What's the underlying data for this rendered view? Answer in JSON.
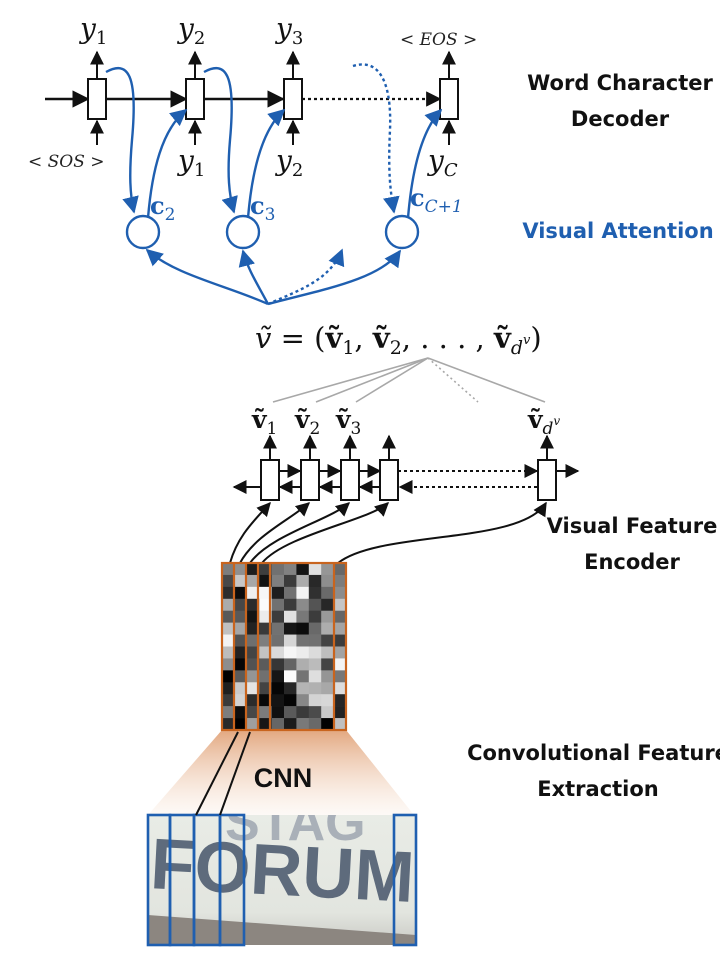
{
  "decoder": {
    "label_line1": "Word Character",
    "label_line2": "Decoder",
    "outputs": [
      {
        "base": "y",
        "sub": "1"
      },
      {
        "base": "y",
        "sub": "2"
      },
      {
        "base": "y",
        "sub": "3"
      }
    ],
    "eos_token": "< EOS >",
    "sos_token": "< SOS >",
    "inputs": [
      {
        "base": "y",
        "sub": "1"
      },
      {
        "base": "y",
        "sub": "2"
      },
      {
        "base": "y",
        "sub": "C"
      }
    ]
  },
  "attention": {
    "label": "Visual Attention",
    "contexts": [
      {
        "base": "c",
        "sub": "2"
      },
      {
        "base": "c",
        "sub": "3"
      },
      {
        "base": "c",
        "sub": "C+1"
      }
    ],
    "color": "#1f5fb0"
  },
  "equation": {
    "lhs": "ṽ",
    "eq": " = (",
    "v1": "ṽ",
    "v1_sub": "1",
    "comma1": ", ",
    "v2": "ṽ",
    "v2_sub": "2",
    "dots": ", . . . , ",
    "vd": "ṽ",
    "vd_sub": "d",
    "vd_sup": "v",
    "close": ")"
  },
  "encoder": {
    "label_line1": "Visual Feature",
    "label_line2": "Encoder",
    "outputs": [
      {
        "base": "ṽ",
        "sub": "1"
      },
      {
        "base": "ṽ",
        "sub": "2"
      },
      {
        "base": "ṽ",
        "sub": "3"
      },
      {
        "base": "ṽ",
        "sub": "d",
        "sup": "v"
      }
    ]
  },
  "cnn": {
    "label": "CNN",
    "section_line1": "Convolutional Feature",
    "section_line2": "Extraction",
    "feature_color": "#c8641e"
  },
  "input_image": {
    "text_top": "STAG",
    "text_main": "FORUM",
    "window_color": "#1f5fb0"
  }
}
